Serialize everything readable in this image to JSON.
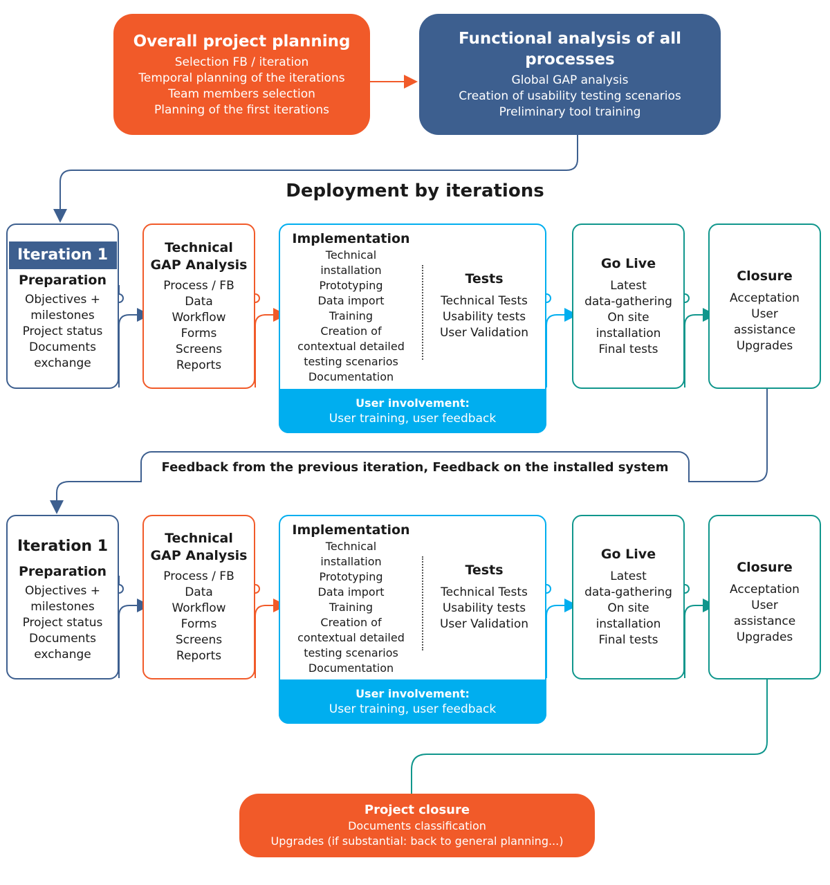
{
  "colors": {
    "orange": "#f15a29",
    "navy": "#3d5f8f",
    "cyan": "#00aeef",
    "teal": "#10968c"
  },
  "overall_planning": {
    "title": "Overall project planning",
    "lines": [
      "Selection FB / iteration",
      "Temporal planning of the iterations",
      "Team members selection",
      "Planning of the first iterations"
    ]
  },
  "functional_analysis": {
    "title": "Functional analysis of all processes",
    "lines": [
      "Global GAP analysis",
      "Creation of usability testing scenarios",
      "Preliminary tool training"
    ]
  },
  "section_title": "Deployment by iterations",
  "feedback_banner": "Feedback from the previous iteration, Feedback on the installed system",
  "iterations": [
    {
      "label": "Iteration 1",
      "preparation": {
        "title": "Preparation",
        "lines": [
          "Objectives +",
          "milestones",
          "Project status",
          "Documents",
          "exchange"
        ]
      },
      "technical_gap": {
        "title": [
          "Technical",
          "GAP Analysis"
        ],
        "lines": [
          "Process / FB",
          "Data",
          "Workflow",
          "Forms",
          "Screens",
          "Reports"
        ]
      },
      "implementation": {
        "title": "Implementation",
        "lines": [
          "Technical",
          "installation",
          "Prototyping",
          "Data import",
          "Training",
          "Creation of",
          "contextual detailed",
          "testing scenarios",
          "Documentation"
        ]
      },
      "tests": {
        "title": "Tests",
        "lines": [
          "Technical Tests",
          "Usability tests",
          "User Validation"
        ]
      },
      "user_involvement": {
        "title": "User involvement:",
        "line": "User training, user feedback"
      },
      "go_live": {
        "title": "Go Live",
        "lines": [
          "Latest",
          "data-gathering",
          "On site",
          "installation",
          "Final tests"
        ]
      },
      "closure": {
        "title": "Closure",
        "lines": [
          "Acceptation",
          "User",
          "assistance",
          "Upgrades"
        ]
      }
    },
    {
      "label": "Iteration 1",
      "preparation": {
        "title": "Preparation",
        "lines": [
          "Objectives +",
          "milestones",
          "Project status",
          "Documents",
          "exchange"
        ]
      },
      "technical_gap": {
        "title": [
          "Technical",
          "GAP Analysis"
        ],
        "lines": [
          "Process / FB",
          "Data",
          "Workflow",
          "Forms",
          "Screens",
          "Reports"
        ]
      },
      "implementation": {
        "title": "Implementation",
        "lines": [
          "Technical",
          "installation",
          "Prototyping",
          "Data import",
          "Training",
          "Creation of",
          "contextual detailed",
          "testing scenarios",
          "Documentation"
        ]
      },
      "tests": {
        "title": "Tests",
        "lines": [
          "Technical Tests",
          "Usability tests",
          "User Validation"
        ]
      },
      "user_involvement": {
        "title": "User involvement:",
        "line": "User training, user feedback"
      },
      "go_live": {
        "title": "Go Live",
        "lines": [
          "Latest",
          "data-gathering",
          "On site",
          "installation",
          "Final tests"
        ]
      },
      "closure": {
        "title": "Closure",
        "lines": [
          "Acceptation",
          "User",
          "assistance",
          "Upgrades"
        ]
      }
    }
  ],
  "project_closure": {
    "title": "Project closure",
    "lines": [
      "Documents classification",
      "Upgrades (if substantial: back to general planning...)"
    ]
  }
}
